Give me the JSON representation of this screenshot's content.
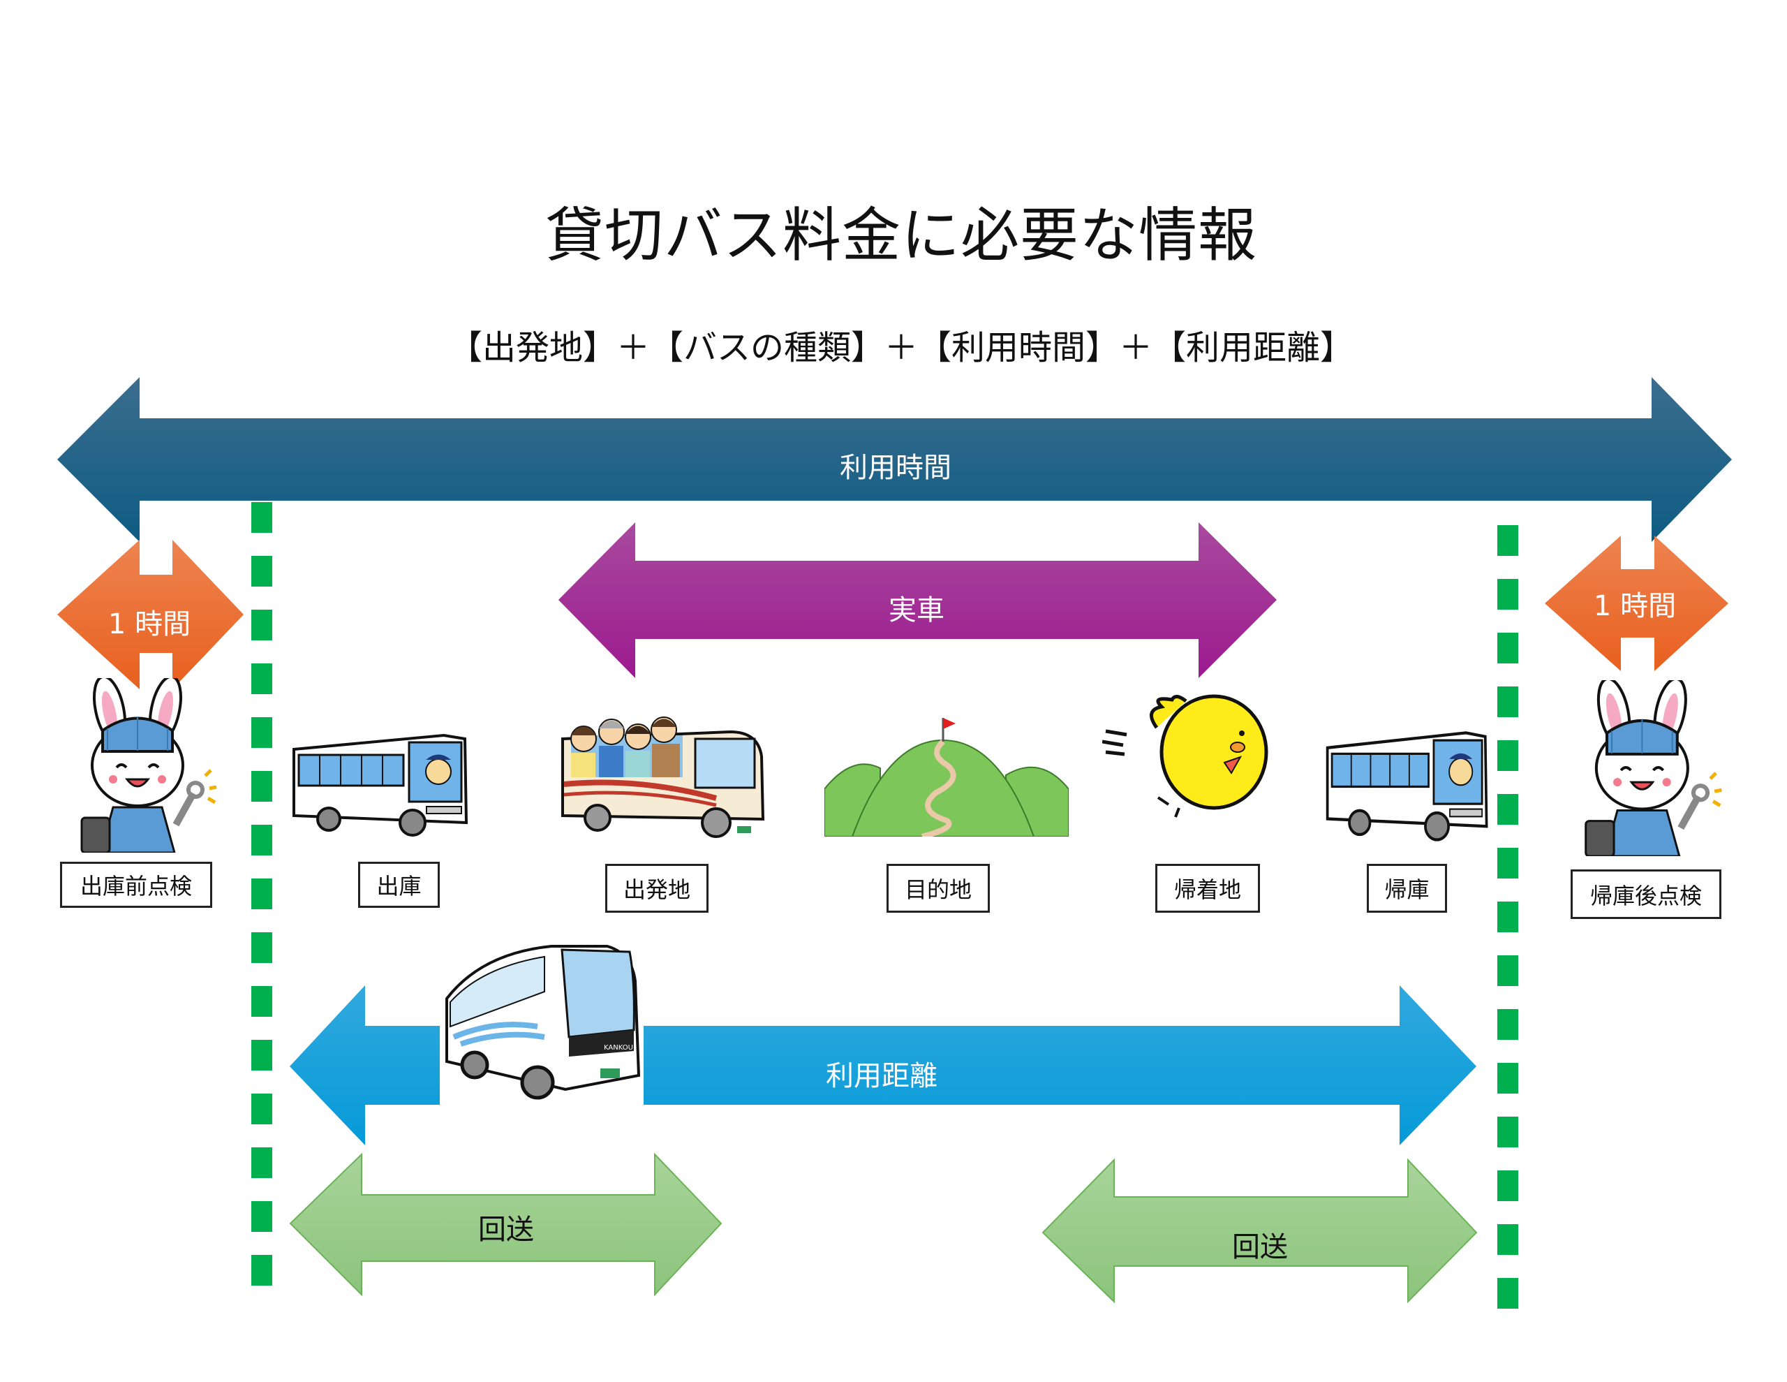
{
  "title": "貸切バス料金に必要な情報",
  "formula": "【出発地】＋【バスの種類】＋【利用時間】＋【利用距離】",
  "arrows": {
    "usage_time": {
      "label": "利用時間",
      "color_top": "#3b6e8f",
      "color_bottom": "#0e5b82"
    },
    "inspection_before": {
      "label": "1 時間",
      "color_top": "#ee8350",
      "color_bottom": "#e8601e"
    },
    "inspection_after": {
      "label": "1 時間",
      "color_top": "#ee8350",
      "color_bottom": "#e8601e"
    },
    "actual_service": {
      "label": "実車",
      "color_top": "#a84a9e",
      "color_bottom": "#9c1a8f"
    },
    "usage_distance": {
      "label": "利用距離",
      "color_top": "#31a9de",
      "color_bottom": "#059ad8"
    },
    "deadhead_out": {
      "label": "回送",
      "color_top": "#a8d49a",
      "color_bottom": "#8cc47c"
    },
    "deadhead_return": {
      "label": "回送",
      "color_top": "#a8d49a",
      "color_bottom": "#8cc47c"
    }
  },
  "boundary_color": "#00b04f",
  "stages": [
    {
      "label": "出庫前点検",
      "illustration": "rabbit-mechanic-icon"
    },
    {
      "label": "出庫",
      "illustration": "bus-driver-icon"
    },
    {
      "label": "出発地",
      "illustration": "bus-passengers-icon"
    },
    {
      "label": "目的地",
      "illustration": "mountain-flag-icon"
    },
    {
      "label": "帰着地",
      "illustration": "running-chick-icon"
    },
    {
      "label": "帰庫",
      "illustration": "bus-driver-icon"
    },
    {
      "label": "帰庫後点検",
      "illustration": "rabbit-mechanic-icon"
    }
  ],
  "coach_bus": {
    "plate_text": "KANKOU",
    "illustration": "coach-bus-icon"
  }
}
